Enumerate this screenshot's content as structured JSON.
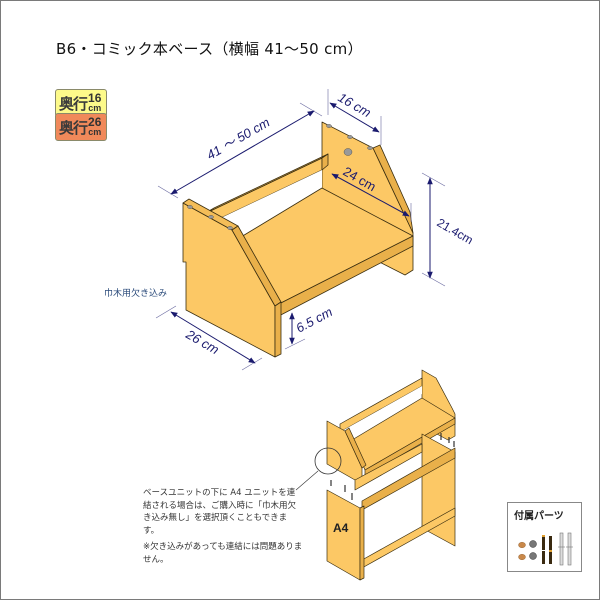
{
  "title": "B6・コミック本ベース（横幅 41～50 cm）",
  "badges": [
    {
      "kanji": "奥行",
      "number": "16",
      "unit": "cm",
      "color": "#fdfa8a"
    },
    {
      "kanji": "奥行",
      "number": "26",
      "unit": "cm",
      "color": "#f0895a"
    }
  ],
  "dimensions": {
    "width": "41 ～ 50 cm",
    "top_depth": "16 cm",
    "inner_depth": "24 cm",
    "height": "21.4cm",
    "bottom_depth": "26 cm",
    "shelf_height": "6.5 cm"
  },
  "labels": {
    "notch": "巾木用欠き込み",
    "unit_label": "A4"
  },
  "notes": {
    "main": "ベースユニットの下に A4 ユニットを連結される場合は、ご購入時に「巾木用欠き込み無し」を選択頂くこともできます。",
    "footnote": "※欠き込みがあっても連結には問題ありません。"
  },
  "parts_box": {
    "title": "付属パーツ",
    "items": [
      "wood-dowel",
      "cam-lock",
      "connector-bolt",
      "screw"
    ]
  },
  "colors": {
    "wood": "#fcc865",
    "wood_dark": "#e9b04a",
    "edge": "#3a2e10",
    "dimension_line": "#1a1a6e",
    "border": "#7a7a7a"
  }
}
